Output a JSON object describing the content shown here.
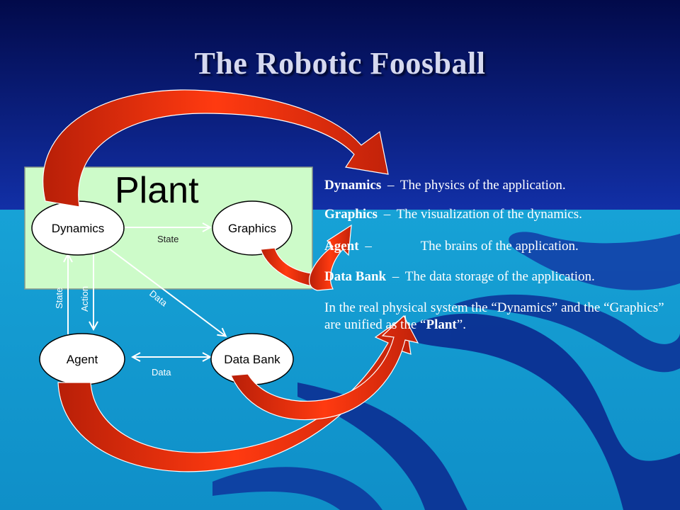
{
  "slide": {
    "title": "The Robotic Foosball"
  },
  "diagram": {
    "container_label": "Plant",
    "nodes": {
      "dynamics": "Dynamics",
      "graphics": "Graphics",
      "agent": "Agent",
      "data_bank": "Data Bank"
    },
    "edges": {
      "dynamics_graphics": "State",
      "dynamics_databank": "Data",
      "agent_databank": "Data",
      "agent_to_dynamics": "State",
      "dynamics_to_agent": "Action"
    }
  },
  "definitions": [
    {
      "term": "Dynamics",
      "dash": "–",
      "text": "The physics of the application."
    },
    {
      "term": "Graphics",
      "dash": "–",
      "text": "The visualization of the dynamics."
    },
    {
      "term": "Agent",
      "dash": "–",
      "text": "The brains of the application."
    },
    {
      "term": "Data Bank",
      "dash": "–",
      "text": "The data storage of the application."
    }
  ],
  "note": {
    "p1": "In the real physical system the “Dynamics” and the “Graphics” are unified as the “",
    "bold": "Plant",
    "p2": "”."
  },
  "colors": {
    "background_top": "#0a1a6e",
    "background_bottom": "#1aa0d8",
    "plant_box": "#cdfbc9",
    "arrow_red": "#e8290b",
    "text": "#ffffff"
  }
}
